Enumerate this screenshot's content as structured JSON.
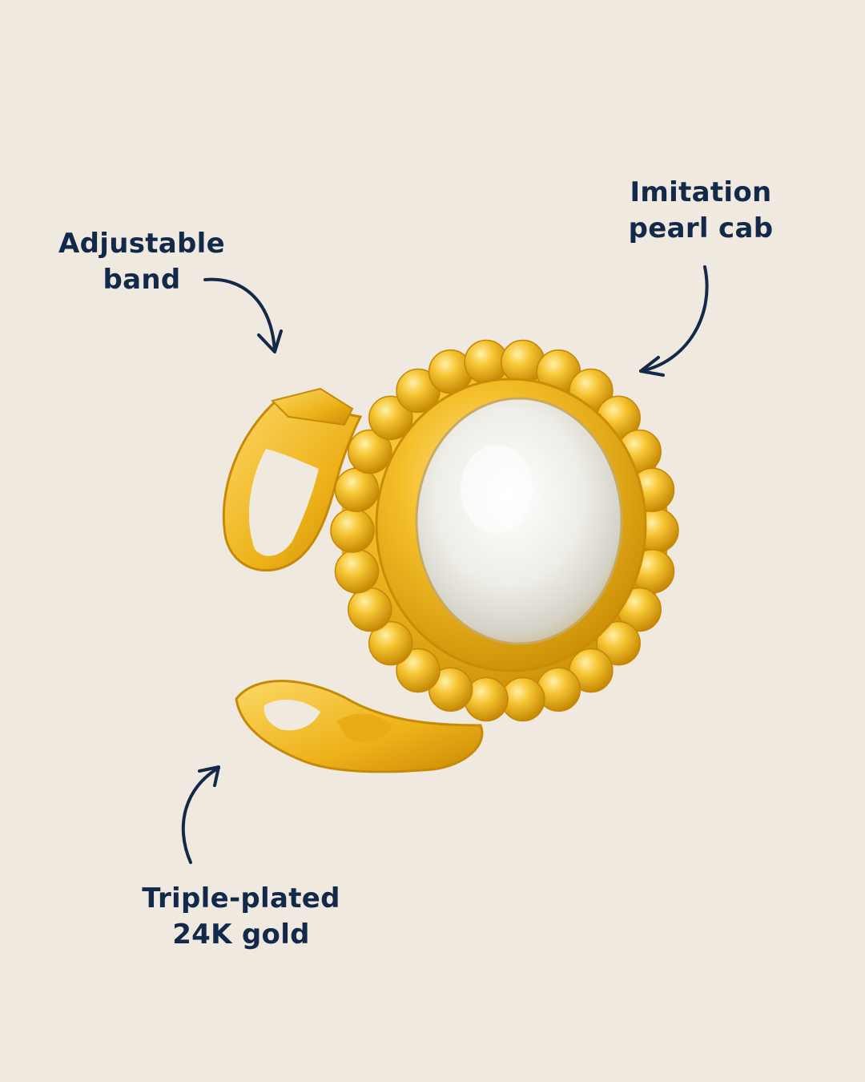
{
  "callouts": {
    "band": {
      "line1": "Adjustable",
      "line2": "band"
    },
    "pearl": {
      "line1": "Imitation",
      "line2": "pearl cab"
    },
    "gold": {
      "line1": "Triple-plated",
      "line2": "24K gold"
    }
  },
  "colors": {
    "background": "#efe9df",
    "text": "#12294a",
    "gold": "#f2b419",
    "pearl": "#f4f2ec"
  }
}
